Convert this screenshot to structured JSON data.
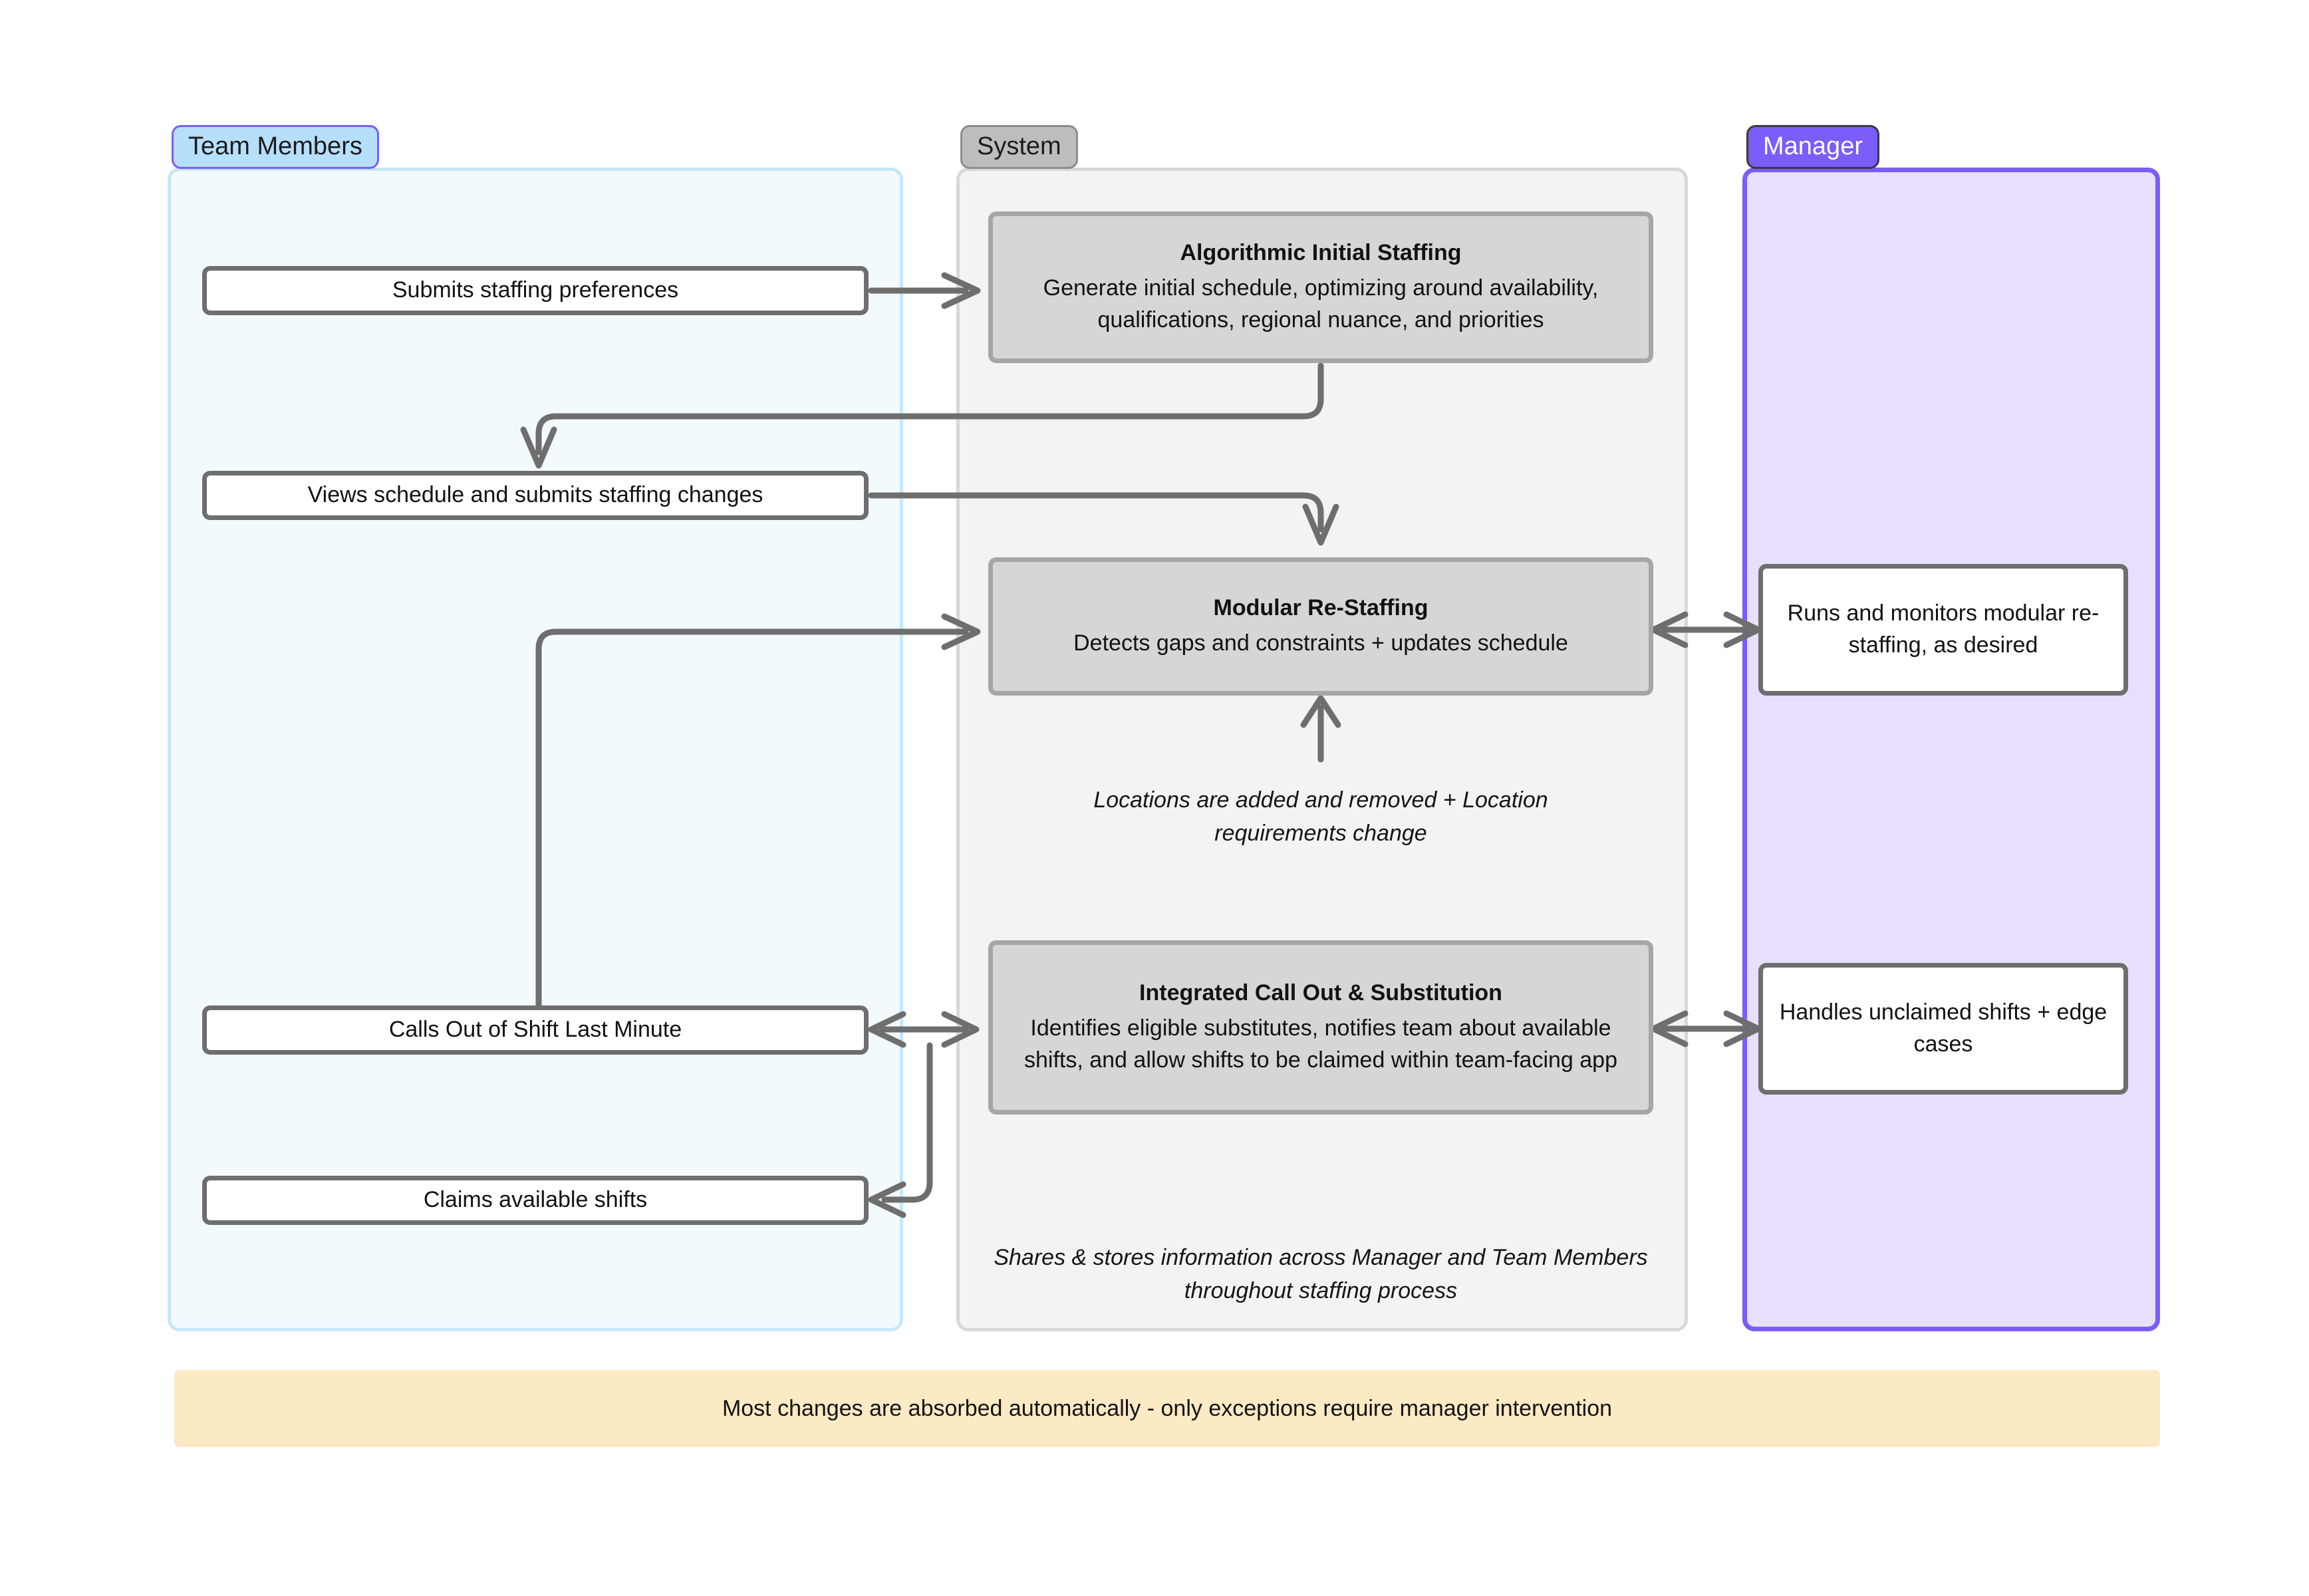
{
  "diagram": {
    "title": "Staffing process swimlane flowchart",
    "colors": {
      "team_lane_border": "#c7e7fa",
      "team_lane_fill": "#f3fafe",
      "system_lane_border": "#d8d8d8",
      "system_lane_fill": "#f3f3f3",
      "manager_lane_border": "#7c5cfa",
      "manager_lane_fill": "#e7dffb",
      "manager_pill_fill": "#7c5cfa",
      "team_pill_fill": "#b5dffb",
      "system_pill_fill": "#bdbdbd",
      "system_node_fill": "#d6d6d6",
      "node_border": "#6e6e6e",
      "connector": "#6e6e6e",
      "banner_fill": "#fbeac4"
    }
  },
  "lanes": {
    "team": {
      "label": "Team Members"
    },
    "system": {
      "label": "System"
    },
    "manager": {
      "label": "Manager"
    }
  },
  "team_nodes": {
    "submit_preferences": "Submits staffing preferences",
    "views_schedule": "Views schedule and submits staffing changes",
    "calls_out": "Calls Out of Shift Last Minute",
    "claims_shifts": "Claims available shifts"
  },
  "system_nodes": {
    "algorithmic_initial_staffing": {
      "title": "Algorithmic Initial Staffing",
      "description": "Generate initial schedule, optimizing around availability, qualifications, regional nuance, and priorities"
    },
    "modular_restaffing": {
      "title": "Modular Re-Staffing",
      "description": "Detects gaps and constraints + updates schedule"
    },
    "integrated_call_out": {
      "title": "Integrated Call Out & Substitution",
      "description": "Identifies eligible substitutes, notifies team about available shifts, and allow shifts to be claimed within team-facing app"
    }
  },
  "manager_nodes": {
    "runs_monitors": "Runs and monitors modular re-staffing, as desired",
    "handles_unclaimed": "Handles unclaimed shifts + edge cases"
  },
  "annotations": {
    "locations_note": "Locations are added and removed + Location requirements change",
    "shares_note": "Shares & stores information across Manager and Team Members throughout staffing process"
  },
  "banner": {
    "text": "Most changes are absorbed automatically - only exceptions require manager intervention"
  }
}
